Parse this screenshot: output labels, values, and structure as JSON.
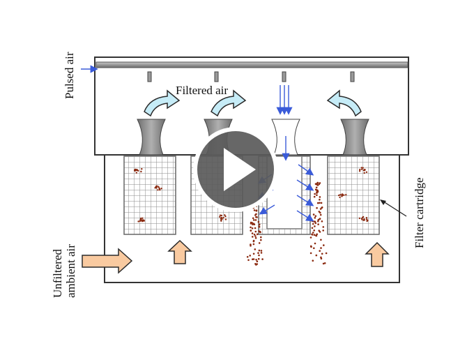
{
  "labels": {
    "pulsed_air": "Pulsed air",
    "filtered_air": "Filtered air",
    "filter_cartridge": "Filter cartridge",
    "unfiltered_line1": "Unfiltered",
    "unfiltered_line2": "ambient air"
  },
  "colors": {
    "housing": "#333333",
    "manifold": "#9a9a9a",
    "nozzle": "#8c8c8c",
    "mesh": "#888888",
    "filtered_arrow_fill": "#c6ecf7",
    "intake_arrow_fill": "#f9caa0",
    "pulse_arrow": "#3a5bd9",
    "dust": "#8b2a10",
    "play_overlay": "#5a5a5a"
  },
  "icons": {
    "play": "play-icon"
  }
}
